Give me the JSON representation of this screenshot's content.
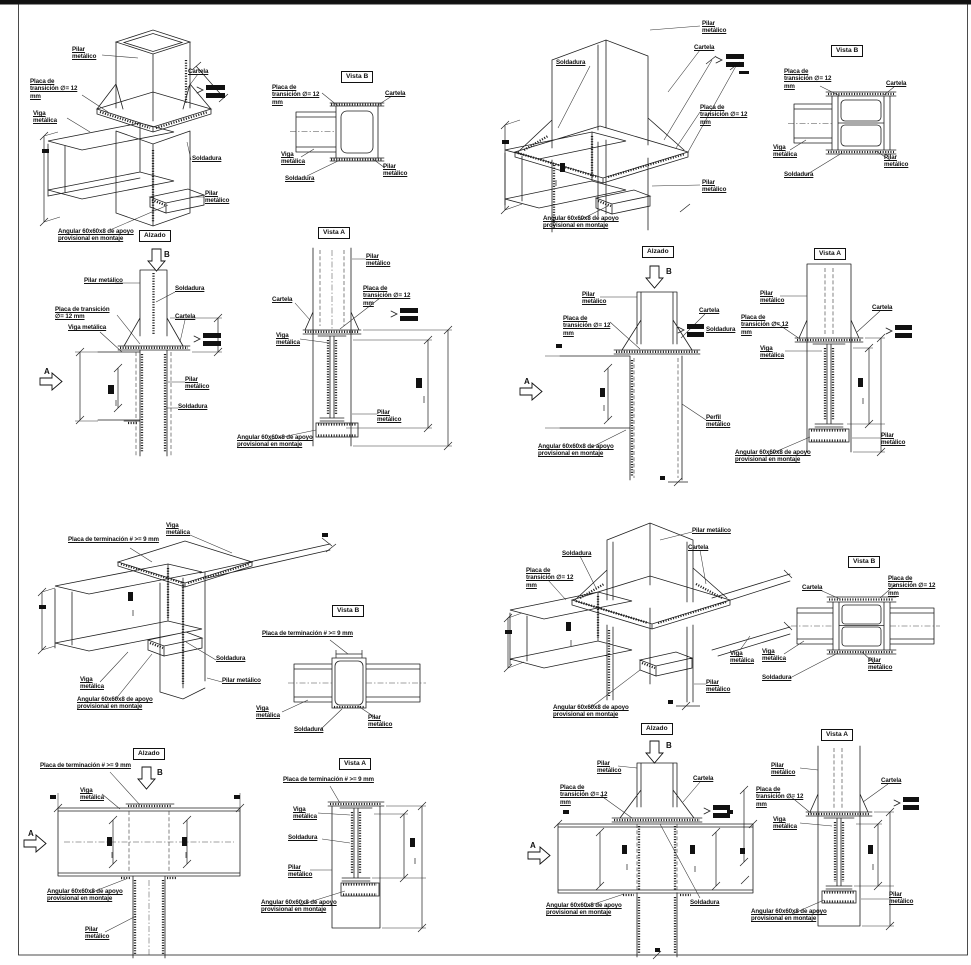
{
  "sheet": {
    "type": "Detalles constructivos de uniones de acero (CAD)",
    "ink_color": "#1f1f1f",
    "paper_color": "#ffffff"
  },
  "titles": {
    "alzado": "Alzado",
    "vista_a": "Vista A",
    "vista_b": "Vista B"
  },
  "labels": {
    "pilar": "Pilar metálico",
    "viga": "Viga metálica",
    "soldadura": "Soldadura",
    "cartela": "Cartela",
    "perfil": "Perfil metálico",
    "placa_trans": "Placa de transición ∅= 12 mm",
    "placa_term": "Placa de terminación # >= 9 mm",
    "angular": "Angular 60x60x8 de apoyo provisional en montaje",
    "a": "A",
    "b": "B"
  }
}
